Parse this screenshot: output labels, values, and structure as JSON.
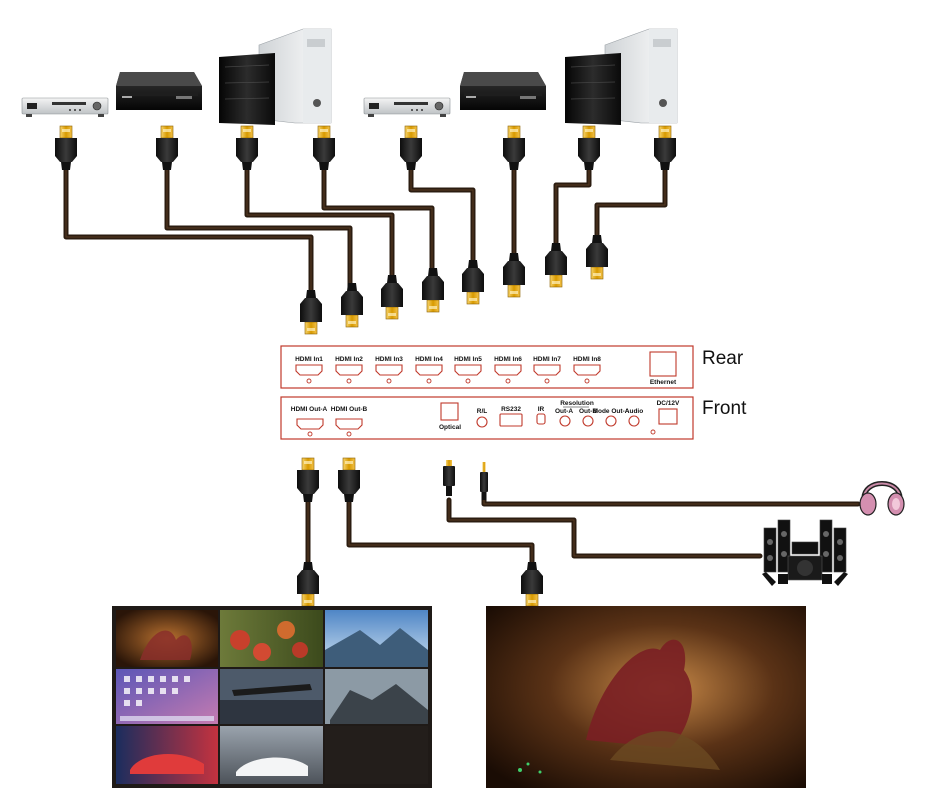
{
  "panels": {
    "rear": {
      "title": "Rear",
      "ports": [
        "HDMI In1",
        "HDMI In2",
        "HDMI In3",
        "HDMI In4",
        "HDMI In5",
        "HDMI In6",
        "HDMI In7",
        "HDMI In8"
      ],
      "ethernet_label": "Ethernet"
    },
    "front": {
      "title": "Front",
      "hdmi_out_a": "HDMI Out-A",
      "hdmi_out_b": "HDMI Out-B",
      "optical": "Optical",
      "rl": "R/L",
      "rs232": "RS232",
      "ir": "IR",
      "resolution": "Resolution",
      "out_a": "Out-A",
      "out_b": "Out-B",
      "mode_out_a": "Mode Out-A",
      "audio": "Audio",
      "dc": "DC/12V"
    }
  },
  "sources": [
    {
      "type": "dvd-player-icon"
    },
    {
      "type": "set-top-box-icon"
    },
    {
      "type": "pc-tower-pair-icon"
    },
    {
      "type": "dvd-player-icon"
    },
    {
      "type": "set-top-box-icon"
    },
    {
      "type": "pc-tower-pair-icon"
    }
  ],
  "outputs": {
    "display_a": {
      "layout": "3x3 multiview",
      "icon": "multiview-display-icon"
    },
    "display_b": {
      "icon": "single-view-display-icon"
    },
    "headphones": {
      "icon": "headphones-icon"
    },
    "speakers": {
      "icon": "surround-speakers-icon"
    }
  },
  "colors": {
    "panel_outline": "#c0392b",
    "cable": "#2b1c10",
    "connector_gold": "#e0a100"
  }
}
